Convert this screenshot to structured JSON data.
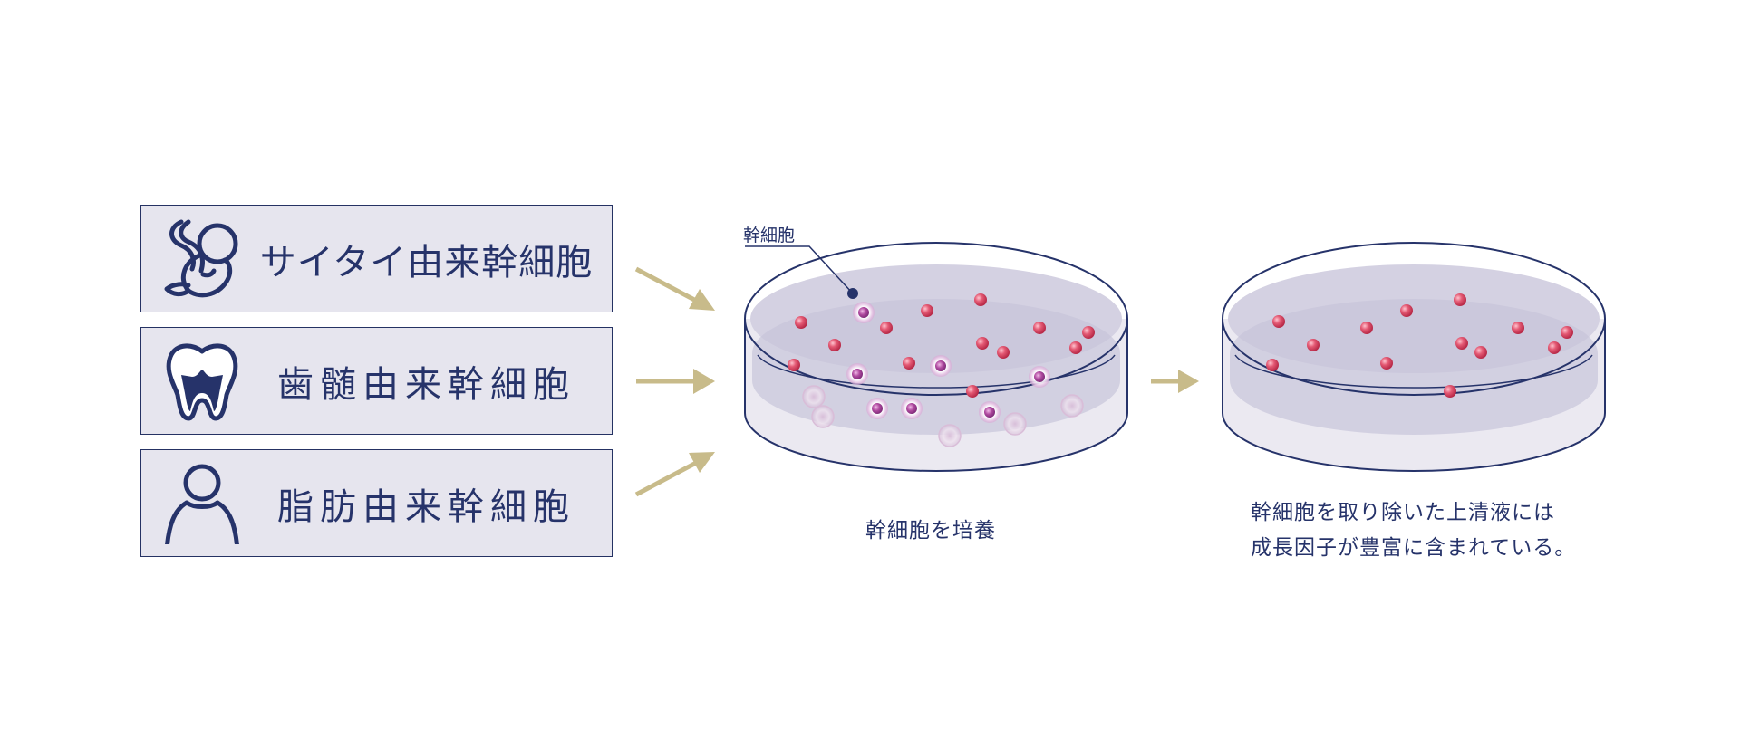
{
  "sources": [
    {
      "label": "サイタイ由来幹細胞",
      "icon": "fetus-icon"
    },
    {
      "label": "歯髄由来幹細胞",
      "icon": "tooth-icon"
    },
    {
      "label": "脂肪由来幹細胞",
      "icon": "person-icon"
    }
  ],
  "culture_dish": {
    "callout": "幹細胞",
    "caption": "幹細胞を培養"
  },
  "result_dish": {
    "caption_line1": "幹細胞を取り除いた上清液には",
    "caption_line2": "成長因子が豊富に含まれている。"
  },
  "colors": {
    "navy": "#26336a",
    "box_fill": "#e6e5ee",
    "arrow": "#c8bb8a",
    "dish_fill": "#d2cfe0",
    "red_cell": "#e0506a",
    "stem_cell": "#b04aa0"
  }
}
